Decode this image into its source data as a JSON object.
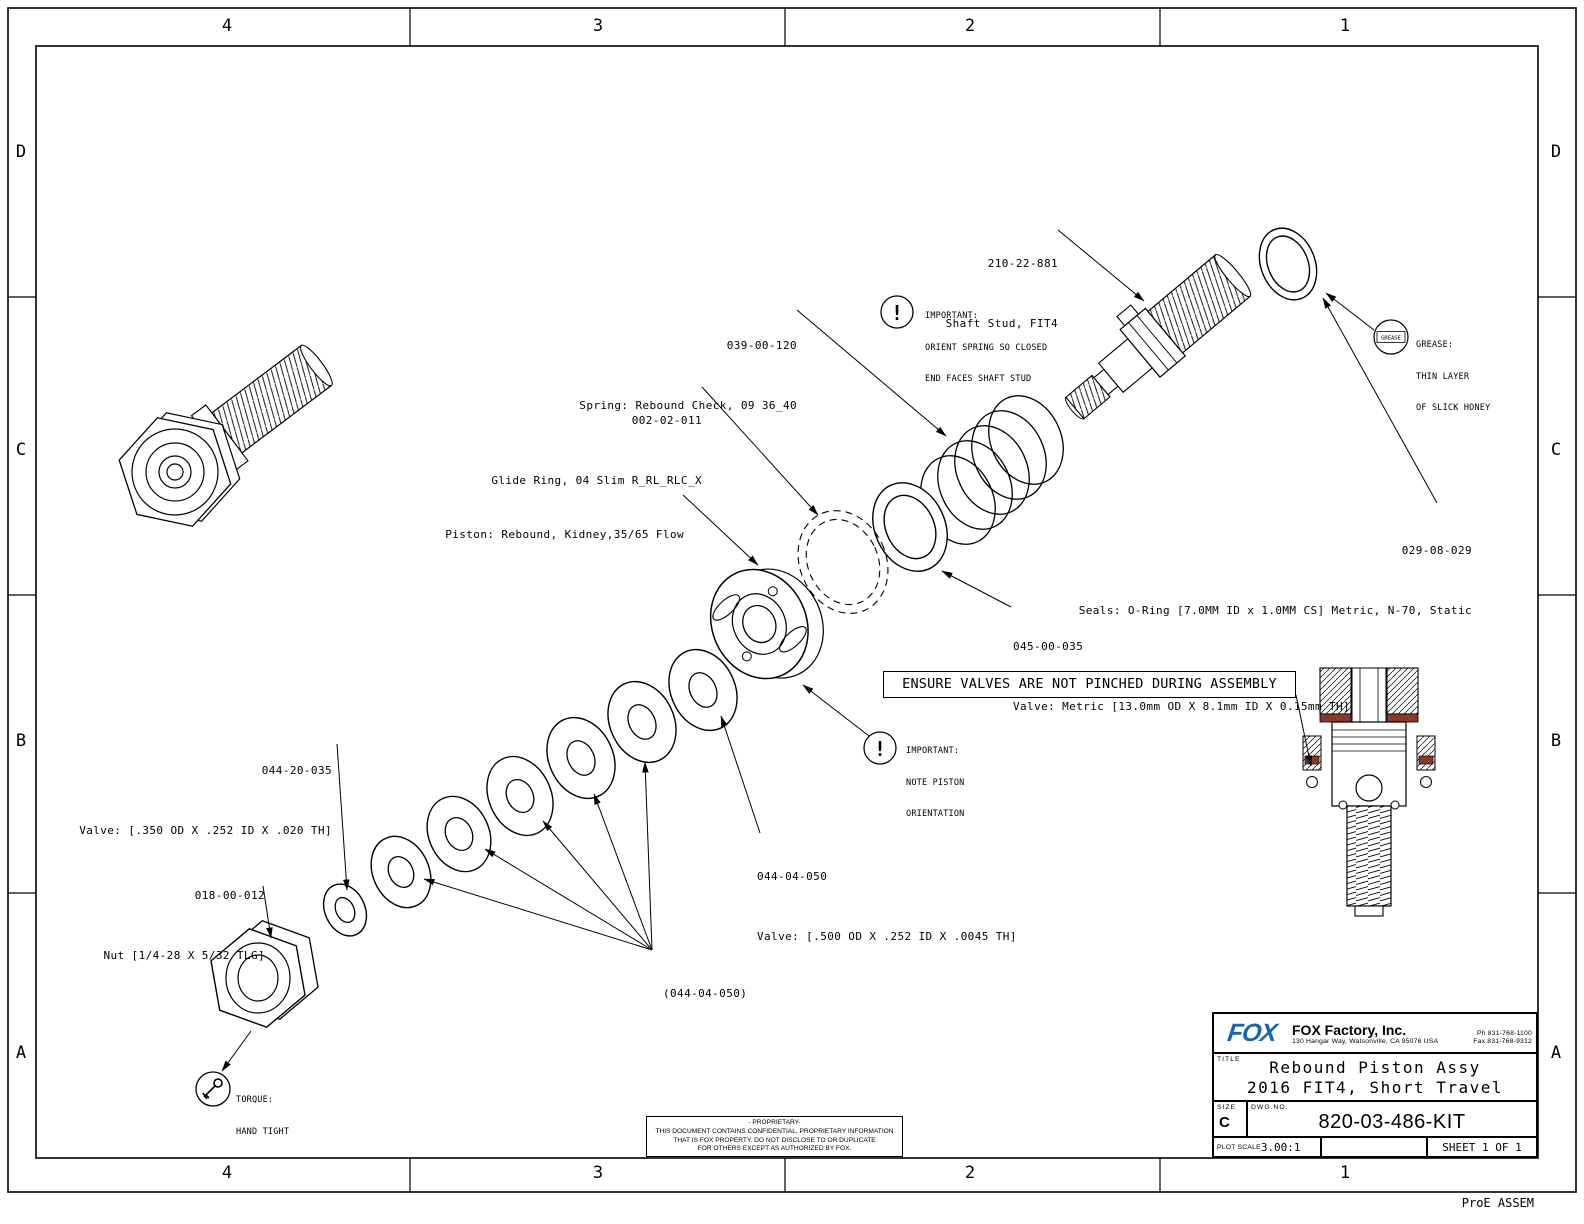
{
  "page": {
    "footer_right": "ProE ASSEM"
  },
  "zones": {
    "cols": [
      "4",
      "3",
      "2",
      "1"
    ],
    "rows": [
      "D",
      "C",
      "B",
      "A"
    ]
  },
  "colors": {
    "fox_blue": "#1766ad",
    "seal_maroon": "#8a3a28"
  },
  "callouts": {
    "shaft_stud_pn": "210-22-881",
    "shaft_stud_desc": "Shaft Stud, FIT4",
    "spring_pn": "039-00-120",
    "spring_desc": "Spring: Rebound Check, 09 36_40",
    "glide_ring_pn": "002-02-011",
    "glide_ring_desc": "Glide Ring, 04 Slim R_RL_RLC_X",
    "piston_desc": "Piston: Rebound, Kidney,35/65 Flow",
    "seals_pn": "029-08-029",
    "seals_desc": "Seals: O-Ring [7.0MM ID x 1.0MM CS] Metric, N-70, Static",
    "valve_metric_pn": "045-00-035",
    "valve_metric_desc": "Valve: Metric [13.0mm OD X 8.1mm ID X 0.15mm TH]",
    "valve_350_pn": "044-20-035",
    "valve_350_desc": "Valve: [.350 OD X .252 ID X .020 TH]",
    "nut_pn": "018-00-012",
    "nut_desc": "Nut [1/4-28 X 5/32 TLG]",
    "valve_500_pn": "044-04-050",
    "valve_500_desc": "Valve: [.500 OD X .252 ID X .0045 TH]",
    "valve_group_pn": "(044-04-050)",
    "ensure_note": "ENSURE VALVES ARE NOT PINCHED DURING ASSEMBLY"
  },
  "notes": {
    "exclamation": "!",
    "important_spring_title": "IMPORTANT:",
    "important_spring_l1": "ORIENT SPRING SO CLOSED",
    "important_spring_l2": "END FACES SHAFT STUD",
    "important_piston_title": "IMPORTANT:",
    "important_piston_l1": "NOTE PISTON",
    "important_piston_l2": "ORIENTATION",
    "grease_badge": "GREASE",
    "grease_title": "GREASE:",
    "grease_l1": "THIN LAYER",
    "grease_l2": "OF SLICK HONEY",
    "torque_title": "TORQUE:",
    "torque_l1": "HAND TIGHT"
  },
  "title_block": {
    "logo": "FOX",
    "company": "FOX Factory, Inc.",
    "address": "130 Hangar Way, Watsonville, CA 95076 USA",
    "phone": "Ph 831-768-1100",
    "fax": "Fax 831-768-9312",
    "title_label": "TITLE",
    "title_line1": "Rebound Piston Assy",
    "title_line2": "2016 FIT4, Short Travel",
    "size_label": "SIZE",
    "size_value": "C",
    "dwg_label": "DWG.NO.",
    "dwg_value": "820-03-486-KIT",
    "plot_scale_label": "PLOT SCALE",
    "plot_scale_value": "3.00:1",
    "sheet_value": "SHEET 1 OF 1"
  },
  "proprietary": {
    "l1": "- PROPRIETARY-",
    "l2": "THIS DOCUMENT CONTAINS CONFIDENTIAL, PROPRIETARY INFORMATION",
    "l3": "THAT IS FOX PROPERTY.  DO NOT DISCLOSE TO OR DUPLICATE",
    "l4": "FOR OTHERS EXCEPT AS AUTHORIZED BY FOX."
  }
}
